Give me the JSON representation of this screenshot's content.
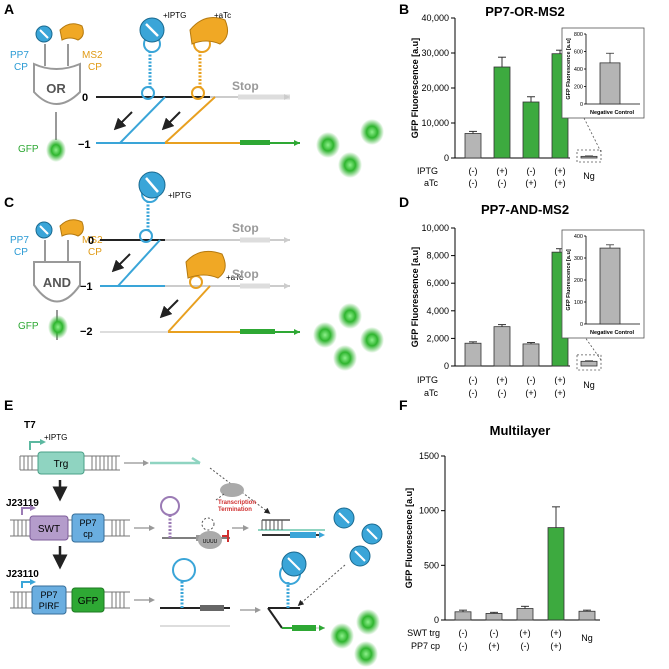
{
  "panels": {
    "A": "A",
    "B": "B",
    "C": "C",
    "D": "D",
    "E": "E",
    "F": "F"
  },
  "colors": {
    "blue": "#3aa5d8",
    "orange": "#e8a020",
    "green": "#2ea834",
    "gray": "#b5b5b5",
    "purple": "#9b7bb5",
    "teal": "#8fd4c1"
  },
  "icons": {
    "pp7": "pp7-coat-protein-icon",
    "ms2": "ms2-coat-protein-icon",
    "gfp": "gfp-glow-icon"
  },
  "panelA": {
    "pp7_label": "PP7",
    "cp_label": "CP",
    "ms2_label": "MS2",
    "gate": "OR",
    "gfp": "GFP",
    "iptg": "+IPTG",
    "atc": "+aTc",
    "stop": "Stop",
    "level0": "0",
    "level1": "−1"
  },
  "panelC": {
    "pp7_label": "PP7",
    "cp_label": "CP",
    "ms2_label": "MS2",
    "gate": "AND",
    "gfp": "GFP",
    "iptg": "+IPTG",
    "atc": "+aTc",
    "stop1": "Stop",
    "stop2": "Stop",
    "level0": "0",
    "level1": "−1",
    "level2": "−2"
  },
  "panelE": {
    "t7": "T7",
    "iptg": "+IPTG",
    "trg": "Trg",
    "j23119": "J23119",
    "swt": "SWT",
    "pp7": "PP7",
    "cp": "cp",
    "term1": "Transcription",
    "term2": "Termination",
    "uuuu": "UUUU",
    "j23110": "J23110",
    "pirf1": "PP7",
    "pirf2": "PIRF",
    "gfp": "GFP"
  },
  "chart_data": [
    {
      "id": "B",
      "type": "bar",
      "title": "PP7-OR-MS2",
      "ylabel": "GFP Fluorescence [a.u]",
      "yticks": [
        "0",
        "10,000",
        "20,000",
        "30,000",
        "40,000"
      ],
      "ylim": [
        0,
        40000
      ],
      "row_labels": [
        "IPTG",
        "aTc"
      ],
      "categories": [
        [
          "(-)",
          "(-)"
        ],
        [
          "(+)",
          "(-)"
        ],
        [
          "(-)",
          "(+)"
        ],
        [
          "(+)",
          "(+)"
        ],
        [
          "Ng",
          ""
        ]
      ],
      "values": [
        7000,
        26000,
        16000,
        29800,
        470
      ],
      "errors": [
        600,
        2800,
        1500,
        1000,
        100
      ],
      "bar_colors": [
        "#b5b5b5",
        "#3daa3f",
        "#3daa3f",
        "#3daa3f",
        "#b5b5b5"
      ],
      "inset": {
        "ylabel": "GFP Fluorescence [a.u]",
        "yticks": [
          "0",
          "200",
          "400",
          "600",
          "800"
        ],
        "ylim": [
          0,
          800
        ],
        "value": 470,
        "error": 110,
        "xlabel": "Negative Control"
      }
    },
    {
      "id": "D",
      "type": "bar",
      "title": "PP7-AND-MS2",
      "ylabel": "GFP Fluorescence [a.u]",
      "yticks": [
        "0",
        "2,000",
        "4,000",
        "6,000",
        "8,000",
        "10,000"
      ],
      "ylim": [
        0,
        10000
      ],
      "row_labels": [
        "IPTG",
        "aTc"
      ],
      "categories": [
        [
          "(-)",
          "(-)"
        ],
        [
          "(+)",
          "(-)"
        ],
        [
          "(-)",
          "(+)"
        ],
        [
          "(+)",
          "(+)"
        ],
        [
          "Ng",
          ""
        ]
      ],
      "values": [
        1650,
        2850,
        1600,
        8250,
        340
      ],
      "errors": [
        100,
        150,
        100,
        250,
        30
      ],
      "bar_colors": [
        "#b5b5b5",
        "#b5b5b5",
        "#b5b5b5",
        "#3daa3f",
        "#b5b5b5"
      ],
      "inset": {
        "ylabel": "GFP Fluorescence [a.u]",
        "yticks": [
          "0",
          "100",
          "200",
          "300",
          "400"
        ],
        "ylim": [
          0,
          400
        ],
        "value": 345,
        "error": 15,
        "xlabel": "Negative Control"
      }
    },
    {
      "id": "F",
      "type": "bar",
      "title": "Multilayer",
      "ylabel": "GFP Fluorescence [a.u]",
      "yticks": [
        "0",
        "500",
        "1000",
        "1500"
      ],
      "ylim": [
        0,
        1500
      ],
      "row_labels": [
        "SWT trg",
        "PP7 cp"
      ],
      "categories": [
        [
          "(-)",
          "(-)"
        ],
        [
          "(-)",
          "(+)"
        ],
        [
          "(+)",
          "(-)"
        ],
        [
          "(+)",
          "(+)"
        ],
        [
          "Ng",
          ""
        ]
      ],
      "values": [
        75,
        60,
        105,
        845,
        80
      ],
      "errors": [
        15,
        10,
        20,
        190,
        10
      ],
      "bar_colors": [
        "#b5b5b5",
        "#b5b5b5",
        "#b5b5b5",
        "#3daa3f",
        "#b5b5b5"
      ]
    }
  ]
}
